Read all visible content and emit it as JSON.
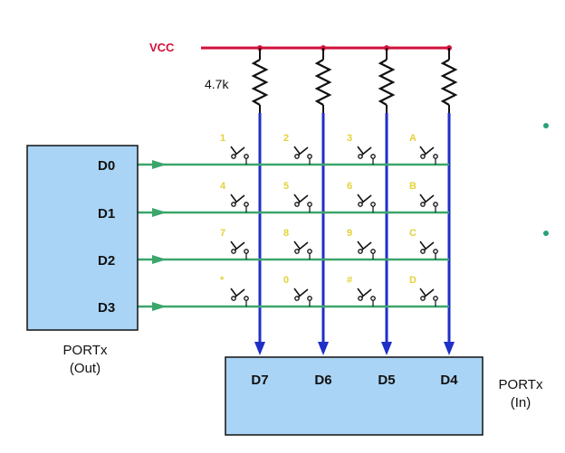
{
  "supply": {
    "label": "VCC"
  },
  "resistor": {
    "label": "4.7k"
  },
  "out_port": {
    "pins": [
      "D0",
      "D1",
      "D2",
      "D3"
    ],
    "name": "PORTx",
    "direction": "(Out)"
  },
  "in_port": {
    "pins": [
      "D7",
      "D6",
      "D5",
      "D4"
    ],
    "name": "PORTx",
    "direction": "(In)"
  },
  "keys": [
    [
      "1",
      "2",
      "3",
      "A"
    ],
    [
      "4",
      "5",
      "6",
      "B"
    ],
    [
      "7",
      "8",
      "9",
      "C"
    ],
    [
      "*",
      "0",
      "#",
      "D"
    ]
  ],
  "colors": {
    "vcc": "#d0103a",
    "row_wire": "#3aa66a",
    "column_wire": "#1f2fc8",
    "port_fill": "#a9d4f5",
    "key_label": "#e3d23a",
    "dot": "#2aa07a"
  }
}
